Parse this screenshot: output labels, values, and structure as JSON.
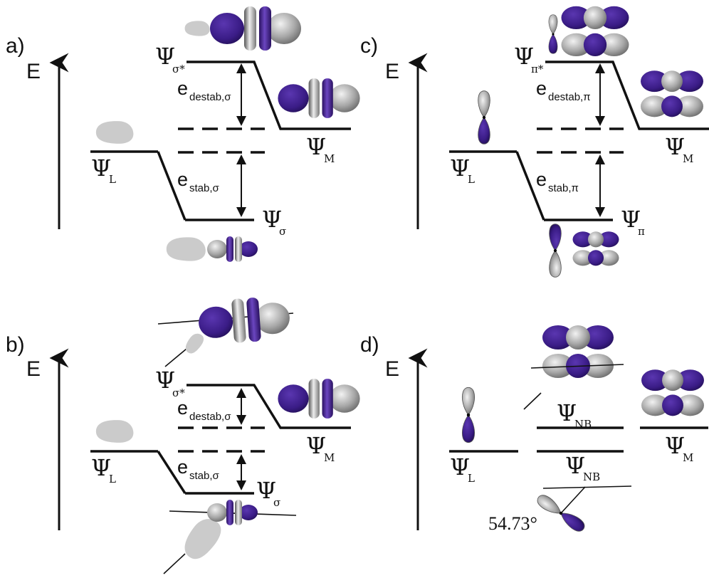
{
  "panels": {
    "a": {
      "label": "a)",
      "axis": "E",
      "psi_sigma_star": {
        "sym": "Ψ",
        "sub": "σ*"
      },
      "psi_M": {
        "sym": "Ψ",
        "sub": "M"
      },
      "psi_L": {
        "sym": "Ψ",
        "sub": "L"
      },
      "psi_sigma": {
        "sym": "Ψ",
        "sub": "σ"
      },
      "e_destab": {
        "sym": "e",
        "sub": "destab,σ"
      },
      "e_stab": {
        "sym": "e",
        "sub": "stab,σ"
      }
    },
    "b": {
      "label": "b)",
      "axis": "E",
      "psi_sigma_star": {
        "sym": "Ψ",
        "sub": "σ*"
      },
      "psi_M": {
        "sym": "Ψ",
        "sub": "M"
      },
      "psi_L": {
        "sym": "Ψ",
        "sub": "L"
      },
      "psi_sigma": {
        "sym": "Ψ",
        "sub": "σ"
      },
      "e_destab": {
        "sym": "e",
        "sub": "destab,σ"
      },
      "e_stab": {
        "sym": "e",
        "sub": "stab,σ"
      }
    },
    "c": {
      "label": "c)",
      "axis": "E",
      "psi_pi_star": {
        "sym": "Ψ",
        "sub": "π*"
      },
      "psi_M": {
        "sym": "Ψ",
        "sub": "M"
      },
      "psi_L": {
        "sym": "Ψ",
        "sub": "L"
      },
      "psi_pi": {
        "sym": "Ψ",
        "sub": "π"
      },
      "e_destab": {
        "sym": "e",
        "sub": "destab,π"
      },
      "e_stab": {
        "sym": "e",
        "sub": "stab,π"
      }
    },
    "d": {
      "label": "d)",
      "axis": "E",
      "psi_NB_upper": {
        "sym": "Ψ",
        "sub": "NB"
      },
      "psi_NB_lower": {
        "sym": "Ψ",
        "sub": "NB"
      },
      "psi_L": {
        "sym": "Ψ",
        "sub": "L"
      },
      "psi_M": {
        "sym": "Ψ",
        "sub": "M"
      },
      "angle": "54.73°"
    }
  },
  "colors": {
    "purple": "#3f1f8e",
    "grey": "#b4b4b4",
    "lightgrey": "#cfcfcf",
    "line": "#111111"
  }
}
